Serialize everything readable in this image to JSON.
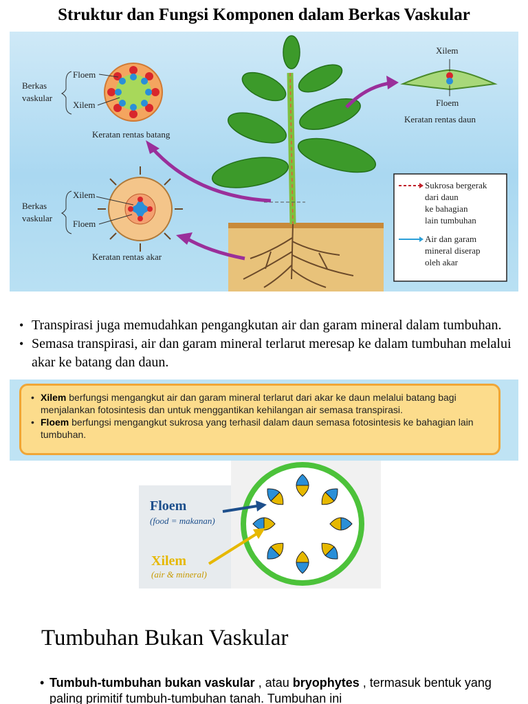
{
  "title": "Struktur dan Fungsi Komponen dalam Berkas Vaskular",
  "figure": {
    "stem_group": {
      "label": "Berkas vaskular",
      "label_line1": "Berkas",
      "label_line2": "vaskular",
      "part1": "Floem",
      "part2": "Xilem",
      "caption": "Keratan rentas batang"
    },
    "root_group": {
      "label_line1": "Berkas",
      "label_line2": "vaskular",
      "part1": "Xilem",
      "part2": "Floem",
      "caption": "Keratan rentas akar"
    },
    "leaf_group": {
      "top": "Xilem",
      "bottom": "Floem",
      "caption": "Keratan rentas daun"
    },
    "legend": {
      "sucrose": [
        "Sukrosa bergerak",
        "dari daun",
        "ke bahagian",
        "lain tumbuhan"
      ],
      "water": [
        "Air dan garam",
        "mineral diserap",
        "oleh akar"
      ],
      "colors": {
        "sucrose": "#c0202a",
        "water": "#2a9fd8"
      }
    }
  },
  "bullets": [
    "Transpirasi juga memudahkan pengangkutan air dan garam mineral dalam tumbuhan.",
    "Semasa transpirasi, air dan garam mineral terlarut meresap ke dalam tumbuhan melalui akar ke batang dan daun."
  ],
  "info_box": {
    "xilem_term": "Xilem",
    "xilem_text": " berfungsi mengangkut air dan garam mineral terlarut dari akar ke daun melalui batang bagi menjalankan fotosintesis dan untuk menggantikan kehilangan air semasa transpirasi.",
    "floem_term": "Floem",
    "floem_text": " berfungsi mengangkut sukrosa yang terhasil dalam daun semasa fotosintesis ke bahagian lain tumbuhan."
  },
  "stem_diagram": {
    "floem_label": "Floem",
    "floem_note": "(food = makanan)",
    "xilem_label": "Xilem",
    "xilem_note": "(air & mineral)",
    "colors": {
      "floem": "#1d4f8c",
      "xilem": "#e6b800",
      "ring": "#4cc23a"
    }
  },
  "section_heading": "Tumbuhan Bukan Vaskular",
  "bottom_bullet": {
    "bold1": "Tumbuh-tumbuhan bukan vaskular",
    "text1": " , atau ",
    "bold2": "bryophytes",
    "text2": " , termasuk bentuk yang paling primitif tumbuh-tumbuhan tanah. Tumbuhan ini"
  }
}
